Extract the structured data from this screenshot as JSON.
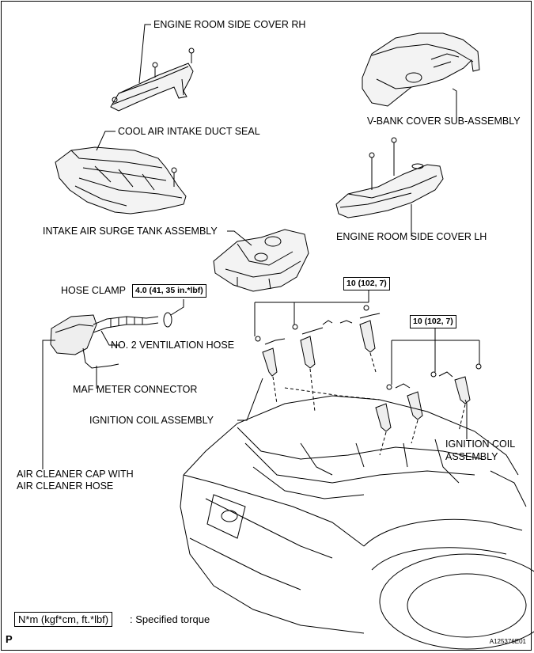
{
  "labels": {
    "engine_room_side_cover_rh": "ENGINE ROOM SIDE COVER RH",
    "v_bank_cover": "V-BANK COVER SUB-ASSEMBLY",
    "cool_air_intake_duct_seal": "COOL AIR INTAKE DUCT SEAL",
    "engine_room_side_cover_lh": "ENGINE ROOM SIDE COVER LH",
    "intake_air_surge_tank": "INTAKE AIR SURGE TANK ASSEMBLY",
    "hose_clamp": "HOSE CLAMP",
    "no2_ventilation_hose": "NO. 2 VENTILATION HOSE",
    "maf_meter_connector": "MAF METER CONNECTOR",
    "ignition_coil_assembly_left": "IGNITION COIL ASSEMBLY",
    "ignition_coil_right_line1": "IGNITION COIL",
    "ignition_coil_right_line2": "ASSEMBLY",
    "air_cleaner_cap_line1": "AIR CLEANER CAP WITH",
    "air_cleaner_cap_line2": "AIR CLEANER HOSE"
  },
  "torques": {
    "hose_clamp": "4.0 (41, 35 in.*lbf)",
    "coil_bank_left": "10 (102, 7)",
    "coil_bank_right": "10 (102, 7)"
  },
  "legend": {
    "unit_box": "N*m (kgf*cm, ft.*lbf)",
    "description": ": Specified torque"
  },
  "corner_mark": "P",
  "figure_code": "A125376E01"
}
